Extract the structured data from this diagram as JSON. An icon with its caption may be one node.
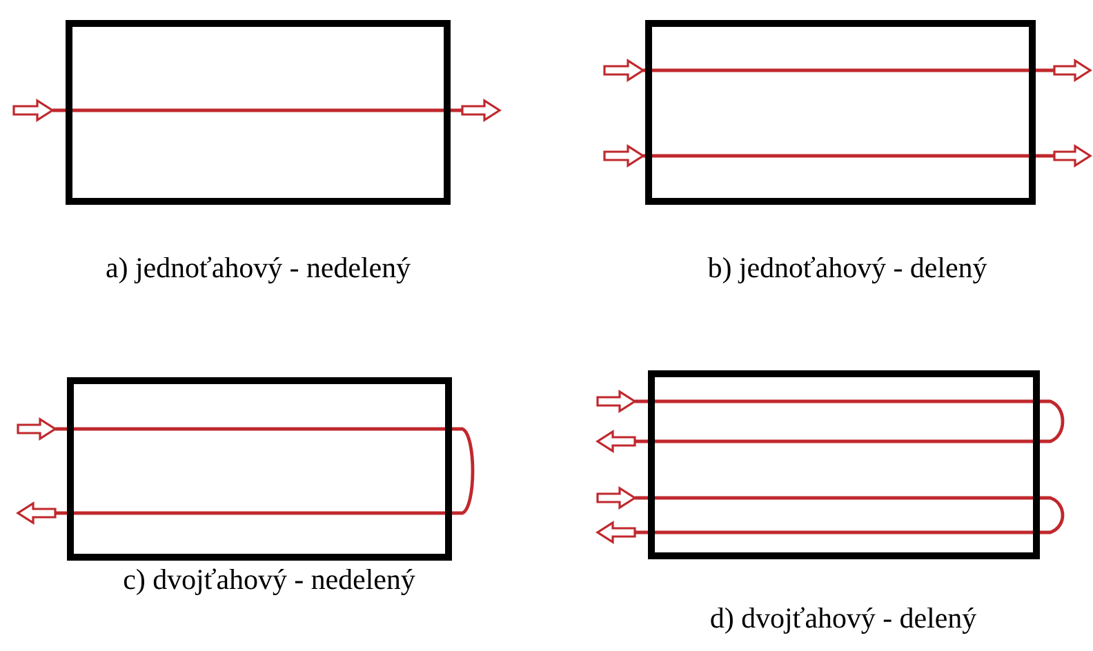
{
  "diagram": {
    "nodes": [
      {
        "text": [],
        "shape": "box"
      },
      {
        "text": [],
        "shape": "box"
      },
      {
        "text": [],
        "shape": "box"
      },
      {
        "text": [],
        "shape": "box"
      }
    ],
    "labels": [
      "a) jednoťahový - nedelený",
      "b) jednoťahový - delený",
      "c) dvojťahový - nedelený",
      "d) dvojťahový - delený"
    ]
  }
}
